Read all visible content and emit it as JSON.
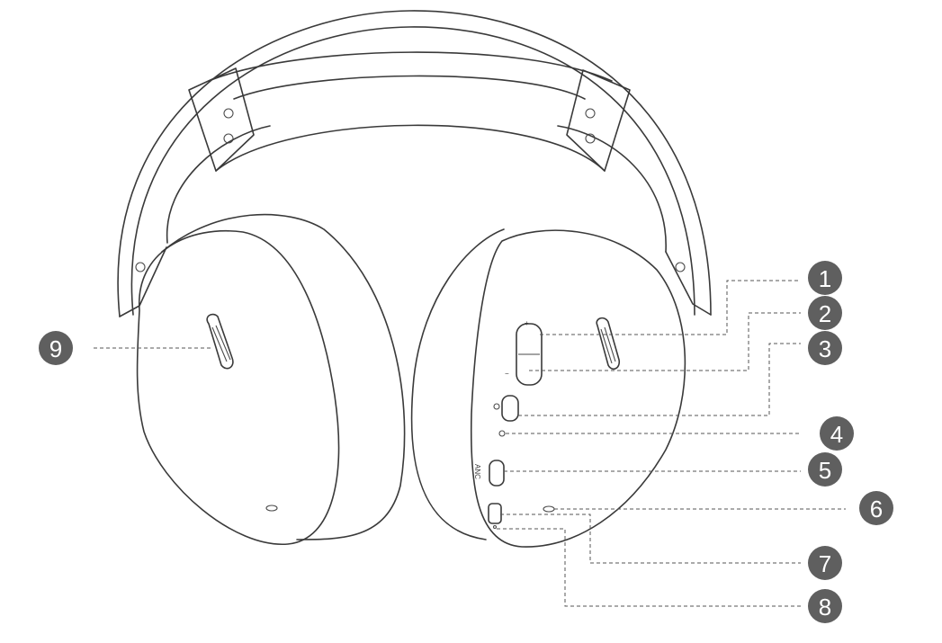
{
  "callouts": [
    {
      "id": "1",
      "label": "1"
    },
    {
      "id": "2",
      "label": "2"
    },
    {
      "id": "3",
      "label": "3"
    },
    {
      "id": "4",
      "label": "4"
    },
    {
      "id": "5",
      "label": "5"
    },
    {
      "id": "6",
      "label": "6"
    },
    {
      "id": "7",
      "label": "7"
    },
    {
      "id": "8",
      "label": "8"
    },
    {
      "id": "9",
      "label": "9"
    }
  ],
  "button_marks": {
    "plus": "+",
    "minus": "−",
    "anc": "ANC"
  },
  "colors": {
    "badge": "#5f5f5f",
    "line": "#3a3a3a",
    "background": "#ffffff"
  }
}
